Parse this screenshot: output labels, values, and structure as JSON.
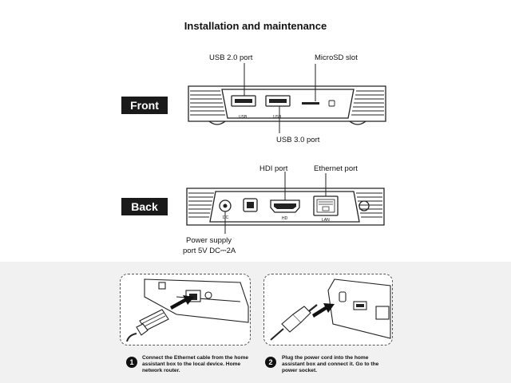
{
  "title": "Installation and maintenance",
  "front": {
    "badge": "Front",
    "labels": {
      "usb2": "USB 2.0 port",
      "microsd": "MicroSD slot",
      "usb3": "USB 3.0 port"
    },
    "port_text": {
      "usb_a": "USB",
      "usb_b": "USB"
    }
  },
  "back": {
    "badge": "Back",
    "labels": {
      "hdmi": "HDI   port",
      "ethernet": "Ethernet port",
      "power_line1": "Power supply",
      "power_line2": "port 5V DC⎓2A"
    },
    "port_text": {
      "dc": "DC",
      "hd": "HD",
      "lan": "LAN"
    }
  },
  "steps": [
    {
      "number": "1",
      "lines": [
        "Connect the Ethernet cable from the home",
        "assistant box to the local device. Home",
        "network router."
      ]
    },
    {
      "number": "2",
      "lines": [
        "Plug the power cord into the home",
        "assistant box and connect it. Go to the",
        "power socket."
      ]
    }
  ],
  "colors": {
    "badge": "#1a1a1a",
    "panel": "#f1f1f1",
    "line": "#222222"
  }
}
